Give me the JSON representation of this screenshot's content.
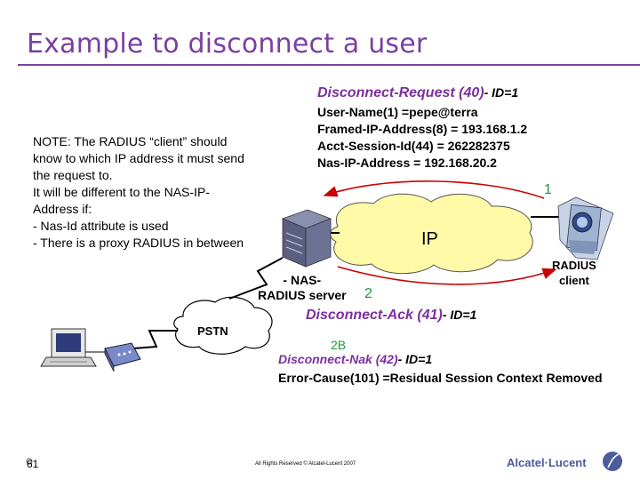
{
  "title": "Example to disconnect a user",
  "request": {
    "label": "Disconnect-Request (40)",
    "id": "- ID=1",
    "attributes": [
      "User-Name(1) =pepe@terra",
      "Framed-IP-Address(8) = 193.168.1.2",
      "Acct-Session-Id(44) = 262282375",
      "Nas-IP-Address = 192.168.20.2"
    ]
  },
  "note": [
    "NOTE: The RADIUS “client” should",
    "know to which IP address it must send",
    "the request to.",
    "It will be different to the NAS-IP-",
    "Address if:",
    "- Nas-Id attribute is used",
    "- There is a proxy RADIUS in between"
  ],
  "steps": {
    "one": "1",
    "two": "2",
    "two_b": "2B"
  },
  "cloud_label": "IP",
  "nas_label": [
    "- NAS-",
    "RADIUS server"
  ],
  "radius_client_label": [
    "RADIUS",
    "client"
  ],
  "pstn_label": "PSTN",
  "ack": {
    "label": "Disconnect-Ack (41)",
    "id": "- ID=1"
  },
  "nak": {
    "label": "Disconnect-Nak (42)",
    "id": "- ID=1"
  },
  "error_cause": "Error-Cause(101) =Residual Session Context Removed",
  "page_number": "61",
  "footer": "All Rights Reserved © Alcatel-Lucent 2007",
  "logo": {
    "text": "Alcatel·Lucent"
  },
  "colors": {
    "title": "#7b3fa0",
    "message": "#7b2fa0",
    "arrow": "#cc0000",
    "step": "#1a9a3a",
    "cloud": "#fff9a8"
  }
}
